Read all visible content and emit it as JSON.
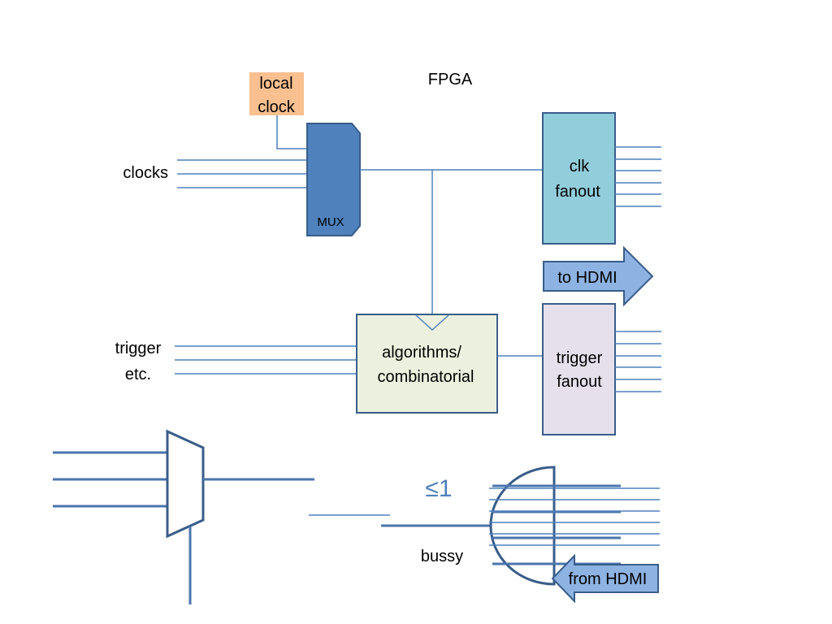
{
  "title": "FPGA",
  "local_clock": {
    "line1": "local",
    "line2": "clock",
    "color": "#fac090"
  },
  "clocks_label": "clocks",
  "mux_label": "MUX",
  "clk_fanout": {
    "line1": "clk",
    "line2": "fanout",
    "color": "#92cddc"
  },
  "to_hdmi": "to HDMI",
  "algorithms": {
    "line1": "algorithms/",
    "line2": "combinatorial",
    "color": "#ebf1de"
  },
  "trigger_fanout": {
    "line1": "trigger",
    "line2": "fanout",
    "color": "#e6e0ec"
  },
  "trigger_label": {
    "line1": "trigger",
    "line2": "etc."
  },
  "or_label": "≤1",
  "bussy_label": "bussy",
  "from_hdmi": "from HDMI",
  "colors": {
    "wire": "#4f81bd",
    "border": "#385d8a",
    "mux_fill": "#4f81bd",
    "arrow_fill": "#8db3e2"
  }
}
